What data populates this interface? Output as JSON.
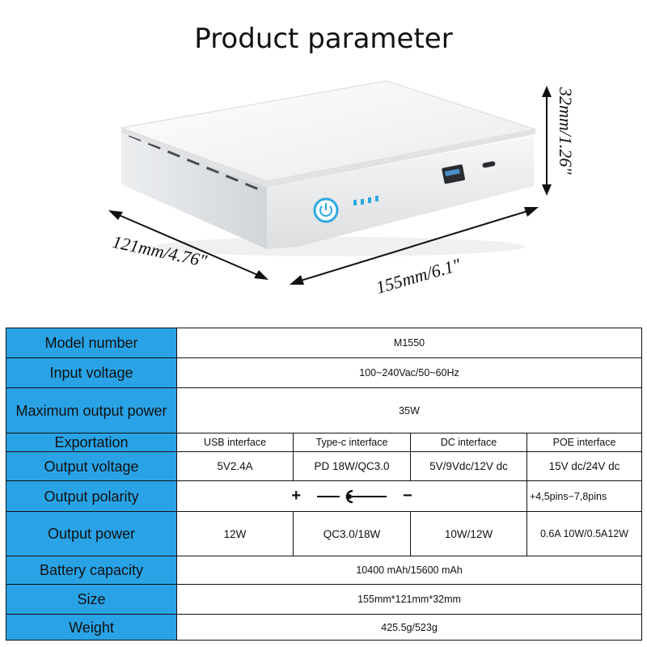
{
  "title": "Product parameter",
  "dimensions": {
    "depth": "121mm/4.76\"",
    "width": "155mm/6.1\"",
    "height": "32mm/1.26\""
  },
  "colors": {
    "label_bg": "#29a3e6",
    "power_button": "#2fa8e0"
  },
  "specs": {
    "model_label": "Model number",
    "model_value": "M1550",
    "input_label": "Input voltage",
    "input_value": "100~240Vac/50~60Hz",
    "max_output_label": "Maximum output power",
    "max_output_value": "35W",
    "export_label": "Exportation",
    "export_usb": "USB interface",
    "export_typec": "Type-c interface",
    "export_dc": "DC interface",
    "export_poe": "POE interface",
    "voltage_label": "Output voltage",
    "voltage_usb": "5V2.4A",
    "voltage_typec": "PD 18W/QC3.0",
    "voltage_dc": "5V/9Vdc/12V dc",
    "voltage_poe": "15V dc/24V dc",
    "polarity_label": "Output polarity",
    "polarity_plus": "+",
    "polarity_minus": "−",
    "polarity_poe": "+4,5pins−7,8pins",
    "power_label": "Output power",
    "power_usb": "12W",
    "power_typec": "QC3.0/18W",
    "power_dc": "10W/12W",
    "power_poe": "0.6A 10W/0.5A12W",
    "battery_label": "Battery capacity",
    "battery_value": "10400 mAh/15600 mAh",
    "size_label": "Size",
    "size_value": "155mm*121mm*32mm",
    "weight_label": "Weight",
    "weight_value": "425.5g/523g"
  }
}
